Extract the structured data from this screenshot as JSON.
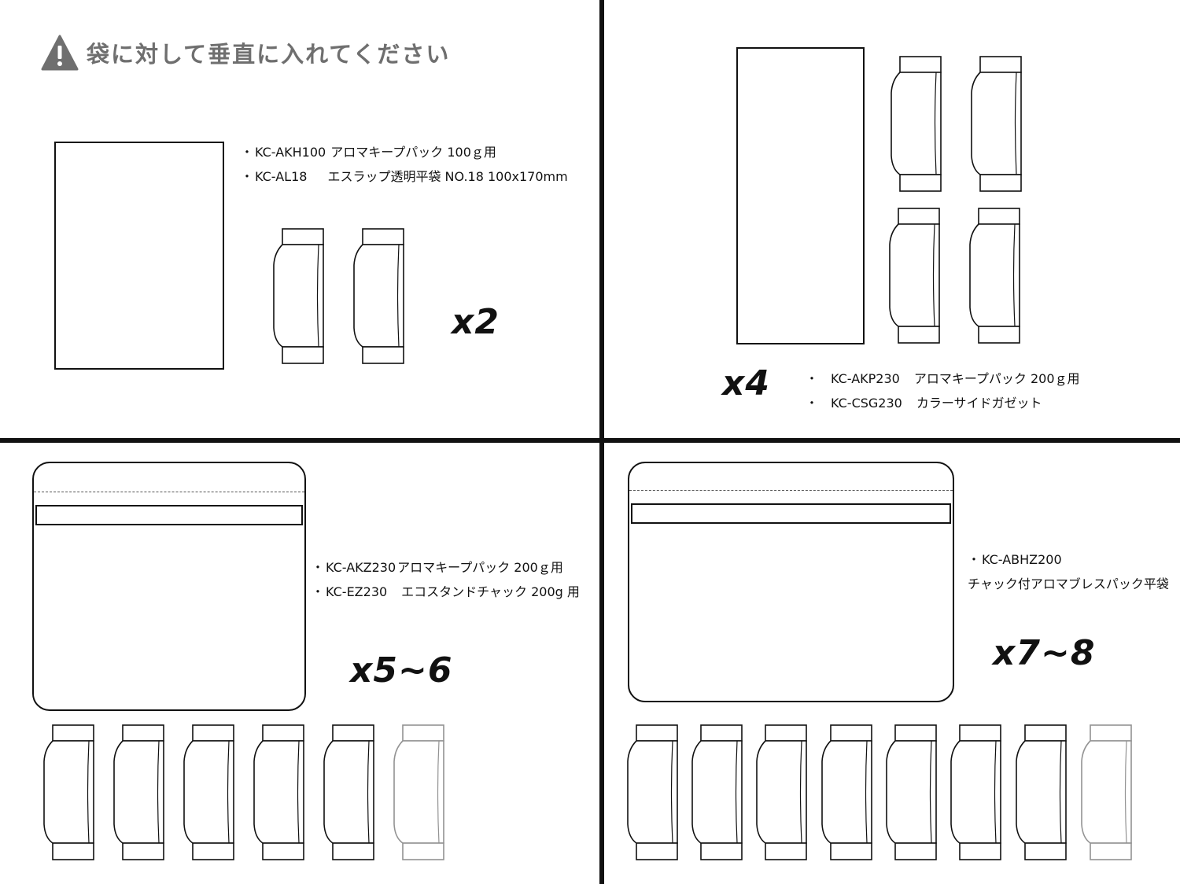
{
  "warning": {
    "icon": "warning-icon",
    "text": "袋に対して垂直に入れてください"
  },
  "q1": {
    "items": [
      {
        "bullet": "・",
        "code": "KC-AKH100",
        "name": "アロマキープパック 100ｇ用"
      },
      {
        "bullet": "・",
        "code": "KC-AL18",
        "name": "エスラップ透明平袋  NO.18  100x170mm"
      }
    ],
    "multiplier": "x2",
    "pack_count": 2
  },
  "q2": {
    "items": [
      {
        "bullet": "・",
        "code": "KC-AKP230",
        "name": "アロマキープパック 200ｇ用"
      },
      {
        "bullet": "・",
        "code": "KC-CSG230",
        "name": "カラーサイドガゼット"
      }
    ],
    "multiplier": "x4",
    "pack_count": 4
  },
  "q3": {
    "items": [
      {
        "bullet": "・",
        "code": "KC-AKZ230",
        "name": "アロマキープパック 200ｇ用"
      },
      {
        "bullet": "・",
        "code": "KC-EZ230",
        "name": "エコスタンドチャック 200g 用"
      }
    ],
    "multiplier": "x5~6",
    "pack_count": 5,
    "optional_pack_count": 1
  },
  "q4": {
    "items": [
      {
        "bullet": "・",
        "code": "KC-ABHZ200",
        "name": ""
      },
      {
        "bullet": "",
        "code": "",
        "name": "チャック付アロマブレスパック平袋"
      }
    ],
    "multiplier": "x7~8",
    "pack_count": 7,
    "optional_pack_count": 1
  }
}
